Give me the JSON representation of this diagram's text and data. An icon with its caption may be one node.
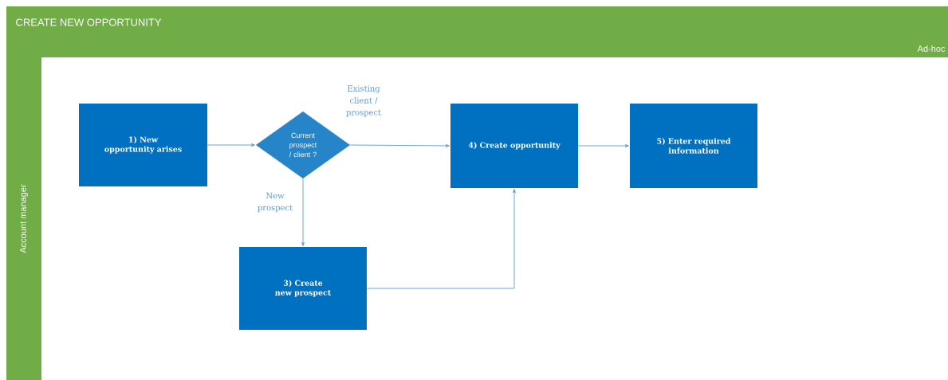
{
  "diagram": {
    "nodes": [
      {
        "text": [
          "CREATE NEW OPPORTUNITY",
          "Ad-hoc"
        ]
      },
      {
        "text": [
          "Account manager"
        ]
      },
      {
        "text": [
          "1) New opportunity arises"
        ]
      },
      {
        "text": [
          "Current prospect / client ?"
        ]
      },
      {
        "text": [
          "4) Create opportunity"
        ]
      },
      {
        "text": [
          "5) Enter required information"
        ]
      },
      {
        "text": [
          "3) Create new prospect"
        ]
      }
    ],
    "edges": [
      {
        "from": 2,
        "to": 3,
        "arrow": "to"
      },
      {
        "from": 3,
        "to": 4,
        "arrow": "to",
        "label": "Existing client / prospect"
      },
      {
        "from": 4,
        "to": 5,
        "arrow": "to"
      },
      {
        "from": 3,
        "to": 6,
        "arrow": "to",
        "label": "New prospect"
      },
      {
        "from": 6,
        "to": 4,
        "arrow": "to"
      }
    ]
  }
}
